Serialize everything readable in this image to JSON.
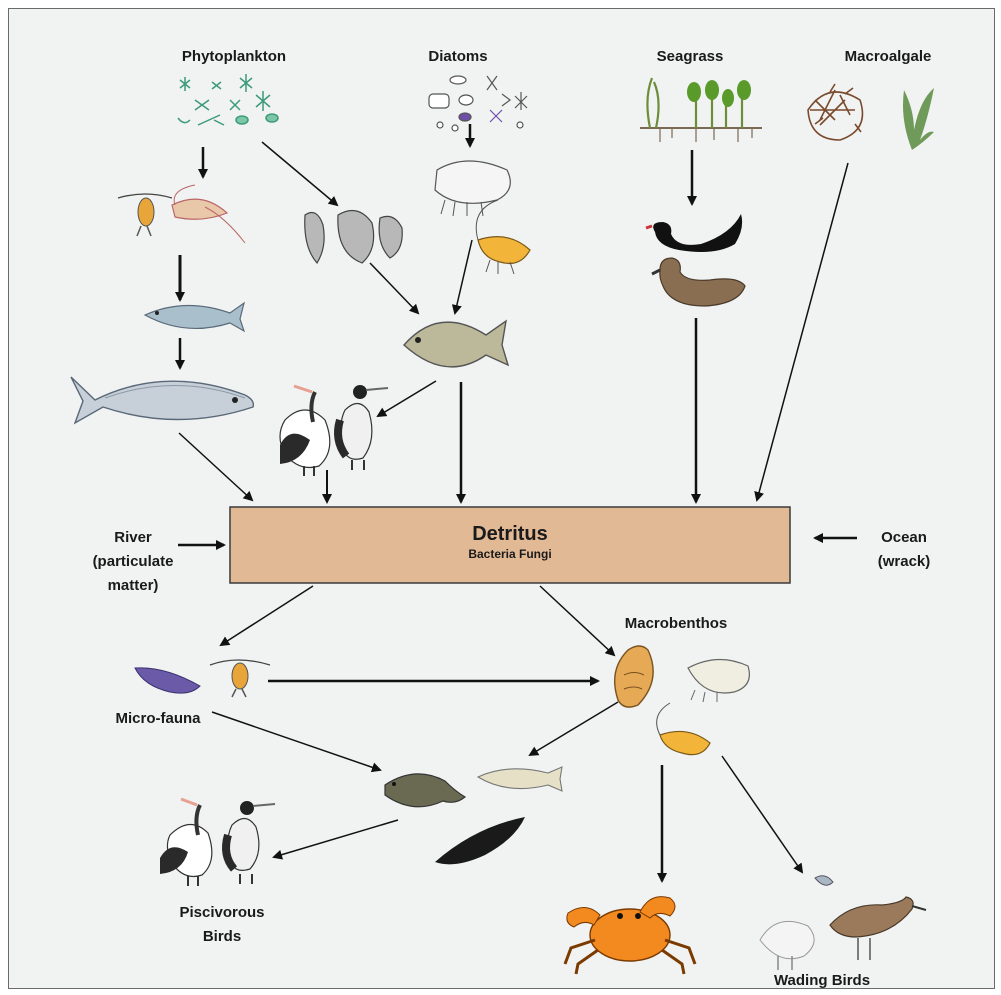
{
  "labels": {
    "phytoplankton": "Phytoplankton",
    "diatoms": "Diatoms",
    "seagrass": "Seagrass",
    "macroalgale": "Macroalgale",
    "river_1": "River",
    "river_2": "(particulate",
    "river_3": "matter)",
    "ocean_1": "Ocean",
    "ocean_2": "(wrack)",
    "detritus_title": "Detritus",
    "detritus_sub": "Bacteria Fungi",
    "macrobenthos": "Macrobenthos",
    "micro_fauna": "Micro-fauna",
    "piscivorous_1": "Piscivorous",
    "piscivorous_2": "Birds",
    "wading_birds": "Wading Birds"
  },
  "colors": {
    "background": "#f1f3f3",
    "detritus_box": "#e2b995",
    "arrow": "#111111"
  }
}
